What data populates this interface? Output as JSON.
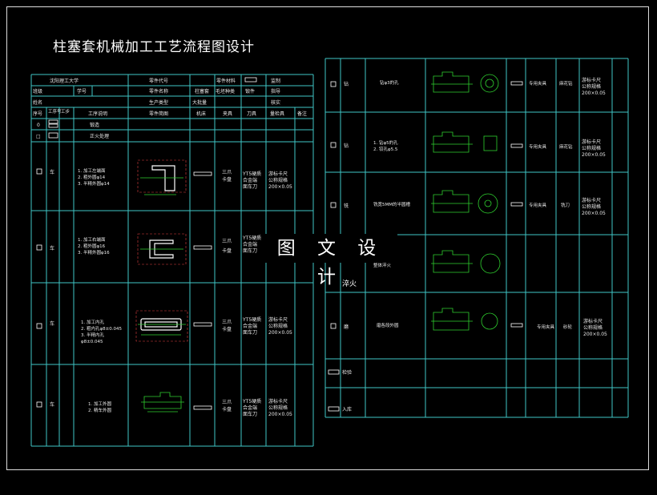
{
  "title": "柱塞套机械加工工艺流程图设计",
  "overlay_text": "图 文 设 计",
  "colors": {
    "background": "#000000",
    "grid": "#3fc6c6",
    "drawing": "#2fd02f",
    "text": "#ffffff"
  },
  "left": {
    "header": {
      "university": "沈阳理工大学",
      "part_code": "零件代号",
      "part_material": "零件材料",
      "design": "监制",
      "class": "班级",
      "student_no": "学号",
      "part_name": "零件名称",
      "part_name_value": "柱塞套",
      "blank_type": "毛坯种类",
      "blank_type_value": "锻件",
      "guide": "指导",
      "name": "姓名",
      "production_type": "生产类型",
      "production_type_value": "大批量",
      "review": "核实"
    },
    "cols": {
      "no": "序号",
      "proc_no": "工序号",
      "step_no": "工步",
      "desc": "工序说明",
      "sketch": "零件简图",
      "machine": "机床",
      "fixture": "夹具",
      "tool": "刀具",
      "gauge": "量检具",
      "remark": "备注"
    },
    "simple_rows": [
      {
        "no": "0",
        "desc": "锻造"
      },
      {
        "no": "□",
        "desc": "正火处理"
      }
    ],
    "rows": [
      {
        "proc": "车",
        "steps": [
          "1. 加工左端面",
          "2. 粗外圆φ14",
          "3. 半精外圆φ14"
        ],
        "fixture": [
          "三爪",
          "卡盘"
        ],
        "tool": [
          "YT5硬质",
          "合金端",
          "面车刀"
        ],
        "gauge": [
          "游标卡尺",
          "公称规格",
          "200×0.05"
        ]
      },
      {
        "proc": "车",
        "steps": [
          "1. 加工右端面",
          "2. 粗外圆φ16",
          "3. 半精外圆φ16"
        ],
        "fixture": [
          "三爪",
          "卡盘"
        ],
        "tool": [
          "YT5硬质",
          "合金端",
          "面车刀"
        ],
        "gauge": []
      },
      {
        "proc": "车",
        "steps": [
          "1. 加工内孔",
          "2. 粗内孔φ8±0.045",
          "3. 半精内孔",
          "φ8±0.045"
        ],
        "fixture": [
          "三爪",
          "卡盘"
        ],
        "tool": [
          "YT5硬质",
          "合金端",
          "面车刀"
        ],
        "gauge": [
          "游标卡尺",
          "公称规格",
          "200×0.05"
        ]
      },
      {
        "proc": "车",
        "steps": [
          "1. 加工外圆",
          "2. 精车外圆"
        ],
        "fixture": [
          "三爪",
          "卡盘"
        ],
        "tool": [
          "YT5硬质",
          "合金端",
          "面车刀"
        ],
        "gauge": [
          "游标卡尺",
          "公称规格",
          "200×0.05"
        ]
      }
    ]
  },
  "right": {
    "rows": [
      {
        "proc": "钻",
        "desc": [
          "钻φ3的孔"
        ],
        "fixture": "专用夹具",
        "tool": "麻花钻",
        "gauge": [
          "游标卡尺",
          "公称规格",
          "200×0.05"
        ]
      },
      {
        "proc": "钻",
        "desc": [
          "1. 钻φ5的孔",
          "2. 铰孔φ5.5"
        ],
        "fixture": "专用夹具",
        "tool": "麻花钻",
        "gauge": [
          "游标卡尺",
          "公称规格",
          "200×0.05"
        ]
      },
      {
        "proc": "铣",
        "desc": [
          "铣宽5MM的半圆槽"
        ],
        "fixture": "专用夹具",
        "tool": "铣刀",
        "gauge": [
          "游标卡尺",
          "公称规格",
          "200×0.05"
        ]
      },
      {
        "proc": "淬火",
        "desc": [
          "整体淬火"
        ],
        "fixture": "",
        "tool": "",
        "gauge": []
      },
      {
        "proc": "磨",
        "desc": [
          "磨各段外圆"
        ],
        "fixture": "专用夹具",
        "tool": "砂轮",
        "gauge": [
          "游标卡尺",
          "公称规格",
          "200×0.05"
        ]
      },
      {
        "proc": "检验",
        "desc": [],
        "fixture": "",
        "tool": "",
        "gauge": []
      },
      {
        "proc": "入库",
        "desc": [],
        "fixture": "",
        "tool": "",
        "gauge": []
      }
    ]
  }
}
